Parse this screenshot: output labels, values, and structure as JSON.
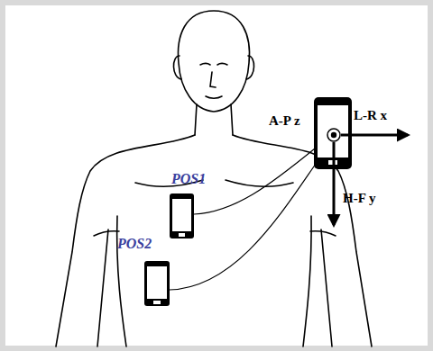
{
  "diagram": {
    "labels": [
      "POS1",
      "POS2",
      "A-P z",
      "L-R x",
      "H-F y"
    ]
  }
}
